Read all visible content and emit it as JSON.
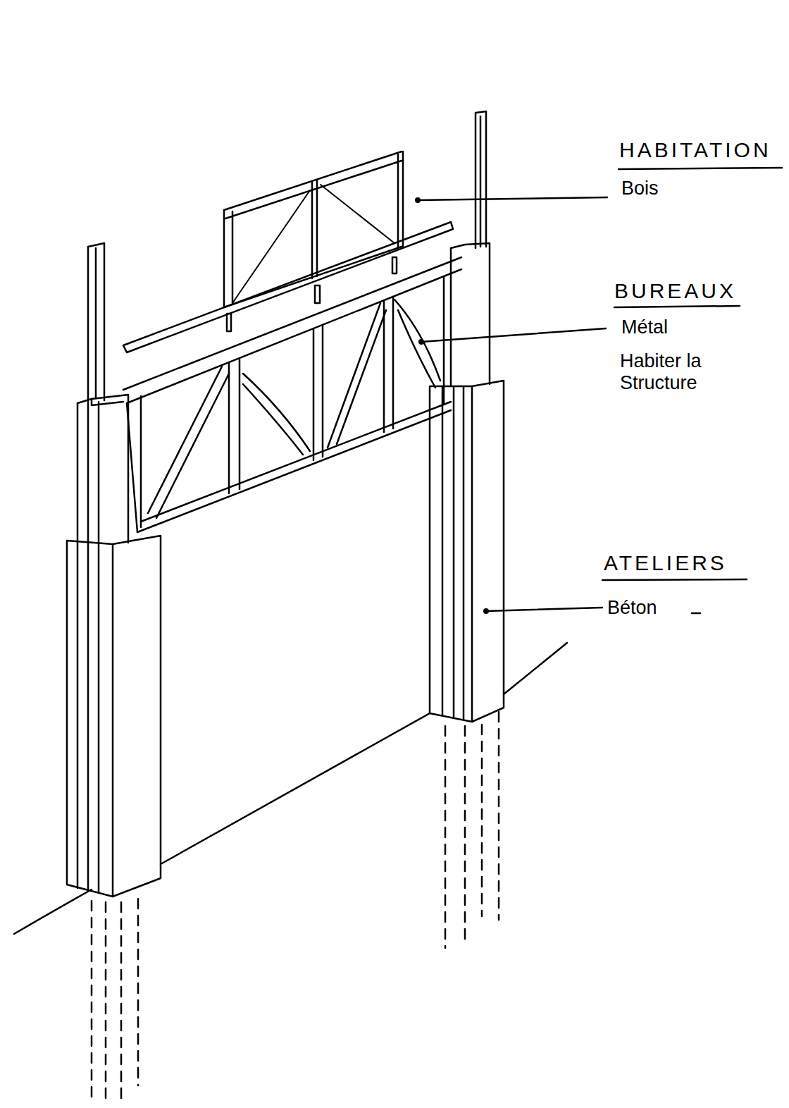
{
  "diagram": {
    "labels": [
      "HABITATION",
      "Bois",
      "BUREAUX",
      "Métal",
      "Habiter la Structure",
      "ATELIERS",
      "Béton"
    ]
  }
}
